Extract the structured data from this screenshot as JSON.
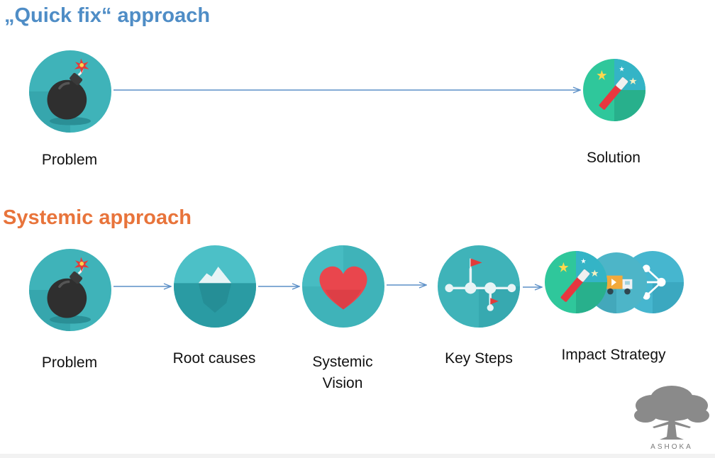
{
  "headings": {
    "quick_fix": "„Quick fix“ approach",
    "systemic": "Systemic approach"
  },
  "quick_fix": {
    "problem_label": "Problem",
    "solution_label": "Solution"
  },
  "systemic": {
    "problem_label": "Problem",
    "root_causes_label": "Root causes",
    "systemic_vision_line1": "Systemic",
    "systemic_vision_line2": "Vision",
    "key_steps_label": "Key Steps",
    "impact_strategy_label": "Impact Strategy"
  },
  "logo": {
    "text": "ASHOKA"
  },
  "colors": {
    "quick_fix_heading": "#4f8dc6",
    "systemic_heading": "#e8743b",
    "arrow": "#5b8fc7"
  }
}
